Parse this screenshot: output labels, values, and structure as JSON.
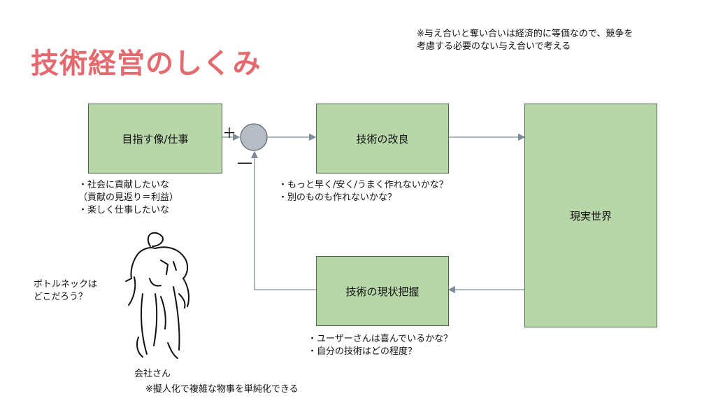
{
  "title": "技術経営のしくみ",
  "top_note": "※与え合いと奪い合いは経済的に等価なので、競争を\n考慮する必要のない与え合いで考える",
  "boxes": {
    "goal": "目指す像/仕事",
    "improve": "技術の改良",
    "real_world": "現実世界",
    "grasp": "技術の現状把握"
  },
  "signs": {
    "plus": "＋",
    "minus": "―"
  },
  "notes": {
    "goal": "・社会に貢献したいな\n（貢献の見返り＝利益）\n・楽しく仕事したいな",
    "improve": "・もっと早く/安く/うまく作れないかな？\n・別のものも作れないかな？",
    "grasp": "・ユーザーさんは喜んでいるかな？\n・自分の技術はどの程度？",
    "bottleneck": "ボトルネックは\nどこだろう？"
  },
  "character_label": "会社さん",
  "bottom_note": "※擬人化で複雑な物事を単純化できる",
  "colors": {
    "title": "#e56a6f",
    "box_fill": "#b7d7a8",
    "box_border": "#4f6b48",
    "junction": "#b7bdc4",
    "wire": "#7f8c99"
  }
}
